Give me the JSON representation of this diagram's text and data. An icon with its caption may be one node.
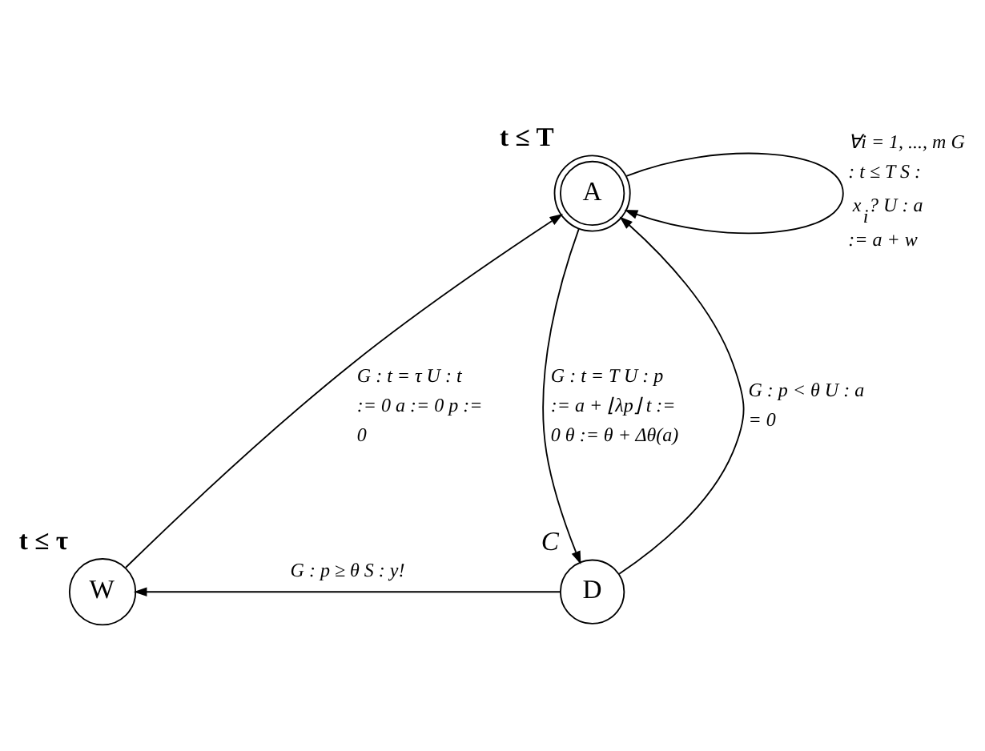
{
  "diagram": {
    "nodes": [
      {
        "text": [
          "A"
        ],
        "beside": [
          "t ≤ T"
        ]
      },
      {
        "text": [
          "D"
        ],
        "beside": [
          "C"
        ]
      },
      {
        "text": [
          "W"
        ],
        "beside": [
          "t ≤ τ"
        ]
      }
    ],
    "edges": [
      {
        "from": 0,
        "to": 0,
        "arrow": "to",
        "label": "∀i = 1, ..., m G : t ≤ T S : x$_{i}$? U : a := a + w"
      },
      {
        "from": 0,
        "to": 1,
        "arrow": "to",
        "label": "G : t = T U : p := a + ⌊λp⌋ t := 0 θ := θ + Δθ(a)"
      },
      {
        "from": 1,
        "to": 0,
        "arrow": "to",
        "label": "G : p < θ U : a = 0"
      },
      {
        "from": 1,
        "to": 2,
        "arrow": "to",
        "label": "G : p ≥ θ S : y!"
      },
      {
        "from": 2,
        "to": 0,
        "arrow": "to",
        "label": "G : t = τ U : t := 0 a := 0 p := 0"
      }
    ]
  }
}
